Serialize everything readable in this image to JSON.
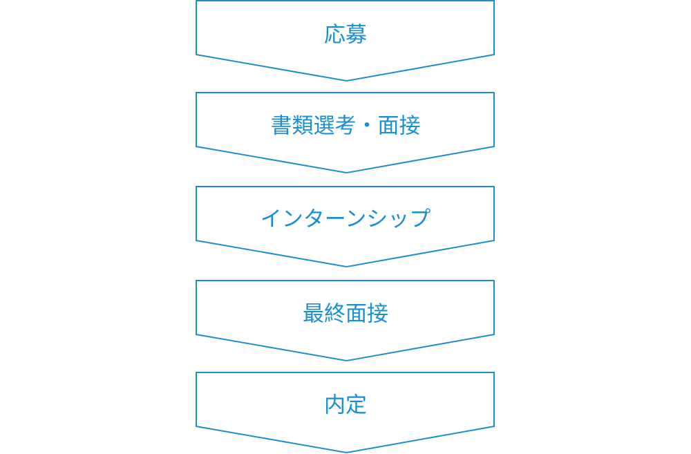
{
  "flow": {
    "steps": [
      {
        "label": "応募"
      },
      {
        "label": "書類選考・面接"
      },
      {
        "label": "インターンシップ"
      },
      {
        "label": "最終面接"
      },
      {
        "label": "内定"
      }
    ]
  },
  "colors": {
    "accent": "#1a8fd0",
    "background": "#ffffff"
  }
}
